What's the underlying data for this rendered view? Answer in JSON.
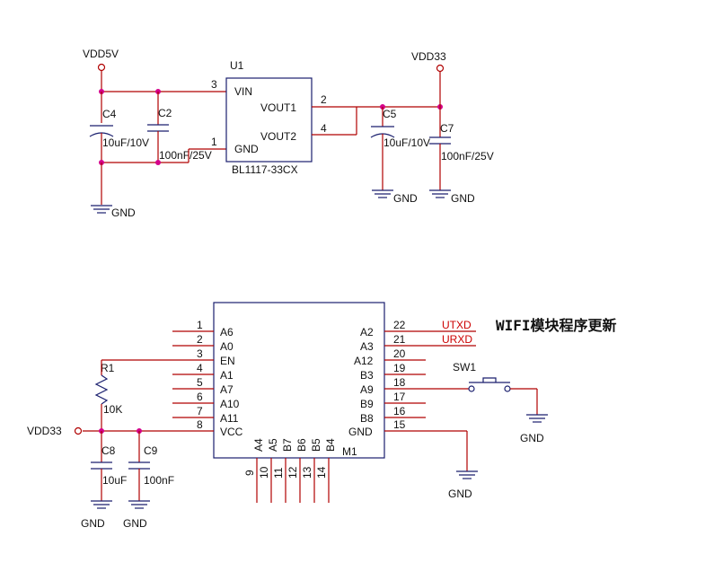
{
  "regulator": {
    "ref": "U1",
    "part": "BL1117-33CX",
    "pins": {
      "vin": {
        "num": "3",
        "name": "VIN"
      },
      "gnd": {
        "num": "1",
        "name": "GND"
      },
      "vout1": {
        "num": "2",
        "name": "VOUT1"
      },
      "vout2": {
        "num": "4",
        "name": "VOUT2"
      }
    }
  },
  "nets": {
    "vdd5v": "VDD5V",
    "vdd33_top": "VDD33",
    "vdd33_bottom": "VDD33",
    "gnd": "GND"
  },
  "capacitors": {
    "c4": {
      "ref": "C4",
      "value": "10uF/10V"
    },
    "c2": {
      "ref": "C2",
      "value": "100nF/25V"
    },
    "c5": {
      "ref": "C5",
      "value": "10uF/10V"
    },
    "c7": {
      "ref": "C7",
      "value": "100nF/25V"
    },
    "c8": {
      "ref": "C8",
      "value": "10uF"
    },
    "c9": {
      "ref": "C9",
      "value": "100nF"
    }
  },
  "resistor": {
    "ref": "R1",
    "value": "10K"
  },
  "switch": {
    "ref": "SW1"
  },
  "module": {
    "ref": "M1",
    "left_pins": [
      {
        "num": "1",
        "name": "A6"
      },
      {
        "num": "2",
        "name": "A0"
      },
      {
        "num": "3",
        "name": "EN"
      },
      {
        "num": "4",
        "name": "A1"
      },
      {
        "num": "5",
        "name": "A7"
      },
      {
        "num": "6",
        "name": "A10"
      },
      {
        "num": "7",
        "name": "A11"
      },
      {
        "num": "8",
        "name": "VCC"
      }
    ],
    "right_pins": [
      {
        "num": "22",
        "name": "A2"
      },
      {
        "num": "21",
        "name": "A3"
      },
      {
        "num": "20",
        "name": "A12"
      },
      {
        "num": "19",
        "name": "B3"
      },
      {
        "num": "18",
        "name": "A9"
      },
      {
        "num": "17",
        "name": "B9"
      },
      {
        "num": "16",
        "name": "B8"
      },
      {
        "num": "15",
        "name": "GND"
      }
    ],
    "bottom_pins": [
      {
        "num": "9",
        "name": "A4"
      },
      {
        "num": "10",
        "name": "A5"
      },
      {
        "num": "11",
        "name": "B7"
      },
      {
        "num": "12",
        "name": "B6"
      },
      {
        "num": "13",
        "name": "B5"
      },
      {
        "num": "14",
        "name": "B4"
      }
    ]
  },
  "net_labels": {
    "utxd": "UTXD",
    "urxd": "URXD"
  },
  "note": "WIFI模块程序更新"
}
